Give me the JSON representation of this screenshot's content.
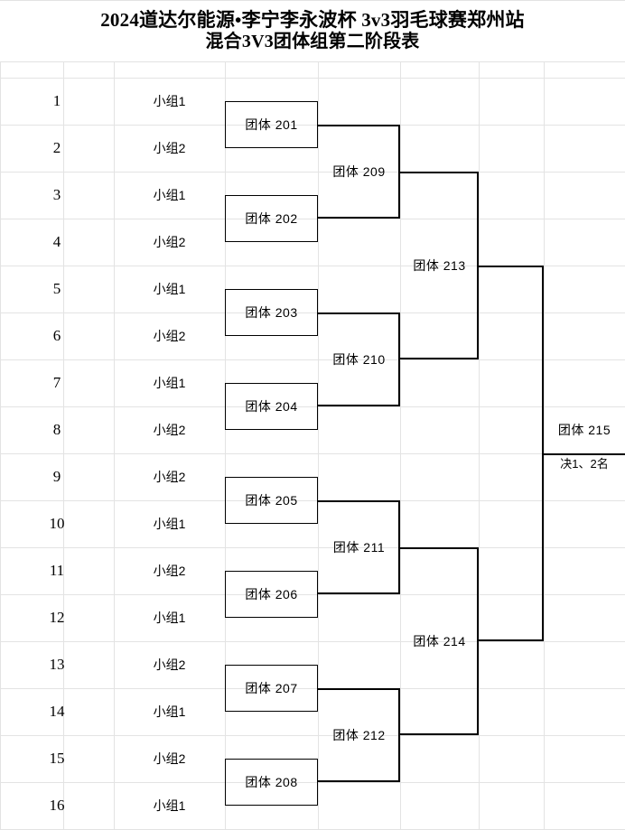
{
  "document": {
    "title_line1": "2024道达尔能源•李宁李永波杯 3v3羽毛球赛郑州站",
    "title_line2": "混合3V3团体组第二阶段表"
  },
  "seeds": [
    {
      "no": "1",
      "group": "小组1"
    },
    {
      "no": "2",
      "group": "小组2"
    },
    {
      "no": "3",
      "group": "小组1"
    },
    {
      "no": "4",
      "group": "小组2"
    },
    {
      "no": "5",
      "group": "小组1"
    },
    {
      "no": "6",
      "group": "小组2"
    },
    {
      "no": "7",
      "group": "小组1"
    },
    {
      "no": "8",
      "group": "小组2"
    },
    {
      "no": "9",
      "group": "小组2"
    },
    {
      "no": "10",
      "group": "小组1"
    },
    {
      "no": "11",
      "group": "小组2"
    },
    {
      "no": "12",
      "group": "小组1"
    },
    {
      "no": "13",
      "group": "小组2"
    },
    {
      "no": "14",
      "group": "小组1"
    },
    {
      "no": "15",
      "group": "小组2"
    },
    {
      "no": "16",
      "group": "小组1"
    }
  ],
  "bracket": {
    "round1": [
      {
        "label": "团体 201"
      },
      {
        "label": "团体 202"
      },
      {
        "label": "团体 203"
      },
      {
        "label": "团体 204"
      },
      {
        "label": "团体 205"
      },
      {
        "label": "团体 206"
      },
      {
        "label": "团体 207"
      },
      {
        "label": "团体 208"
      }
    ],
    "round2": [
      {
        "label": "团体 209"
      },
      {
        "label": "团体 210"
      },
      {
        "label": "团体 211"
      },
      {
        "label": "团体 212"
      }
    ],
    "round3": [
      {
        "label": "团体 213"
      },
      {
        "label": "团体 214"
      }
    ],
    "final": {
      "label": "团体 215",
      "note": "决1、2名"
    }
  },
  "colors": {
    "grid_line": "#e3e3e3",
    "bracket_line": "#000000",
    "background": "#ffffff",
    "text": "#000000"
  }
}
